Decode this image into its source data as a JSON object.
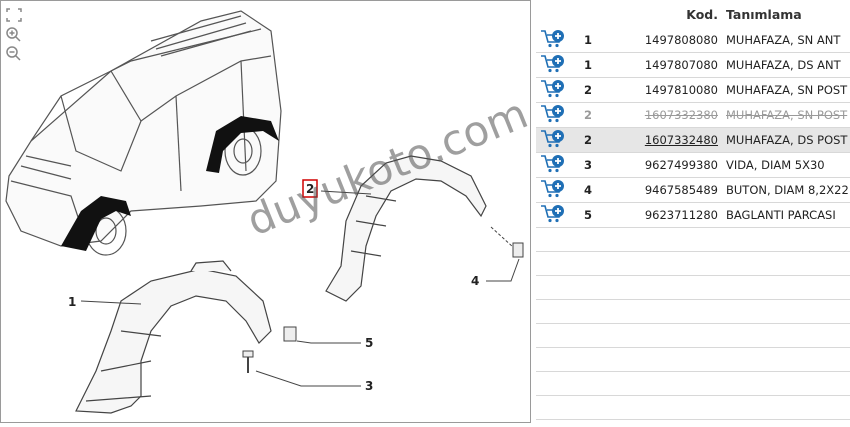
{
  "tools": [
    {
      "icon": "fit-window-icon"
    },
    {
      "icon": "zoom-in-icon"
    },
    {
      "icon": "zoom-out-icon"
    }
  ],
  "diagram": {
    "callouts": [
      "1",
      "2",
      "3",
      "4",
      "5"
    ]
  },
  "table": {
    "headers": {
      "code": "Kod.",
      "description": "Tanımlama"
    },
    "rows": [
      {
        "qty": "1",
        "code": "1497808080",
        "description": "MUHAFAZA, SN ANT",
        "state": "normal"
      },
      {
        "qty": "1",
        "code": "1497807080",
        "description": "MUHAFAZA, DS ANT",
        "state": "normal"
      },
      {
        "qty": "2",
        "code": "1497810080",
        "description": "MUHAFAZA, SN POST",
        "state": "normal"
      },
      {
        "qty": "2",
        "code": "1607332380",
        "description": "MUHAFAZA, SN POST",
        "state": "superseded"
      },
      {
        "qty": "2",
        "code": "1607332480",
        "description": "MUHAFAZA, DS POST",
        "state": "selected"
      },
      {
        "qty": "3",
        "code": "9627499380",
        "description": "VIDA, DIAM 5X30",
        "state": "normal"
      },
      {
        "qty": "4",
        "code": "9467585489",
        "description": "BUTON, DIAM 8,2X22",
        "state": "normal"
      },
      {
        "qty": "5",
        "code": "9623711280",
        "description": "BAGLANTI PARCASI",
        "state": "normal"
      }
    ],
    "cart_icon": "add-to-cart-icon",
    "colors": {
      "cart": "#1f6fb5",
      "selected_row": "#e6e6e6",
      "callout_box": "#d00000"
    }
  },
  "watermark": "duyukoto.com"
}
